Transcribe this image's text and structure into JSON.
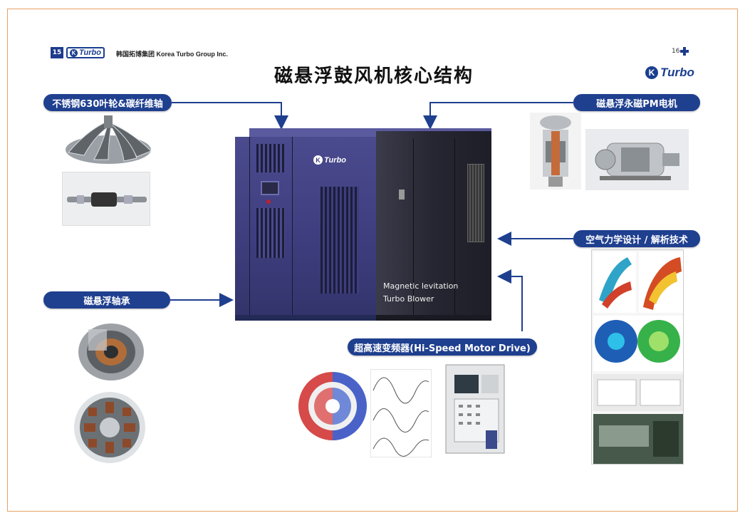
{
  "header": {
    "page_left": "15",
    "page_right": "16",
    "logo_text": "Turbo",
    "logo_k": "K",
    "company_name": "韩国拓博集团  Korea Turbo Group Inc."
  },
  "title": "磁悬浮鼓风机核心结构",
  "labels": {
    "impeller": "不锈钢630叶轮&碳纤维轴",
    "pm_motor": "磁悬浮永磁PM电机",
    "aero": "空气力学设计 / 解析技术",
    "bearing": "磁悬浮轴承",
    "vfd": "超高速变频器(Hi-Speed Motor Drive)"
  },
  "machine": {
    "line1": "Magnetic levitation",
    "line2": "Turbo Blower"
  },
  "colors": {
    "accent": "#1f3f8f",
    "frame_border": "#e8a263",
    "machine_blue": "#3d3d7e"
  }
}
